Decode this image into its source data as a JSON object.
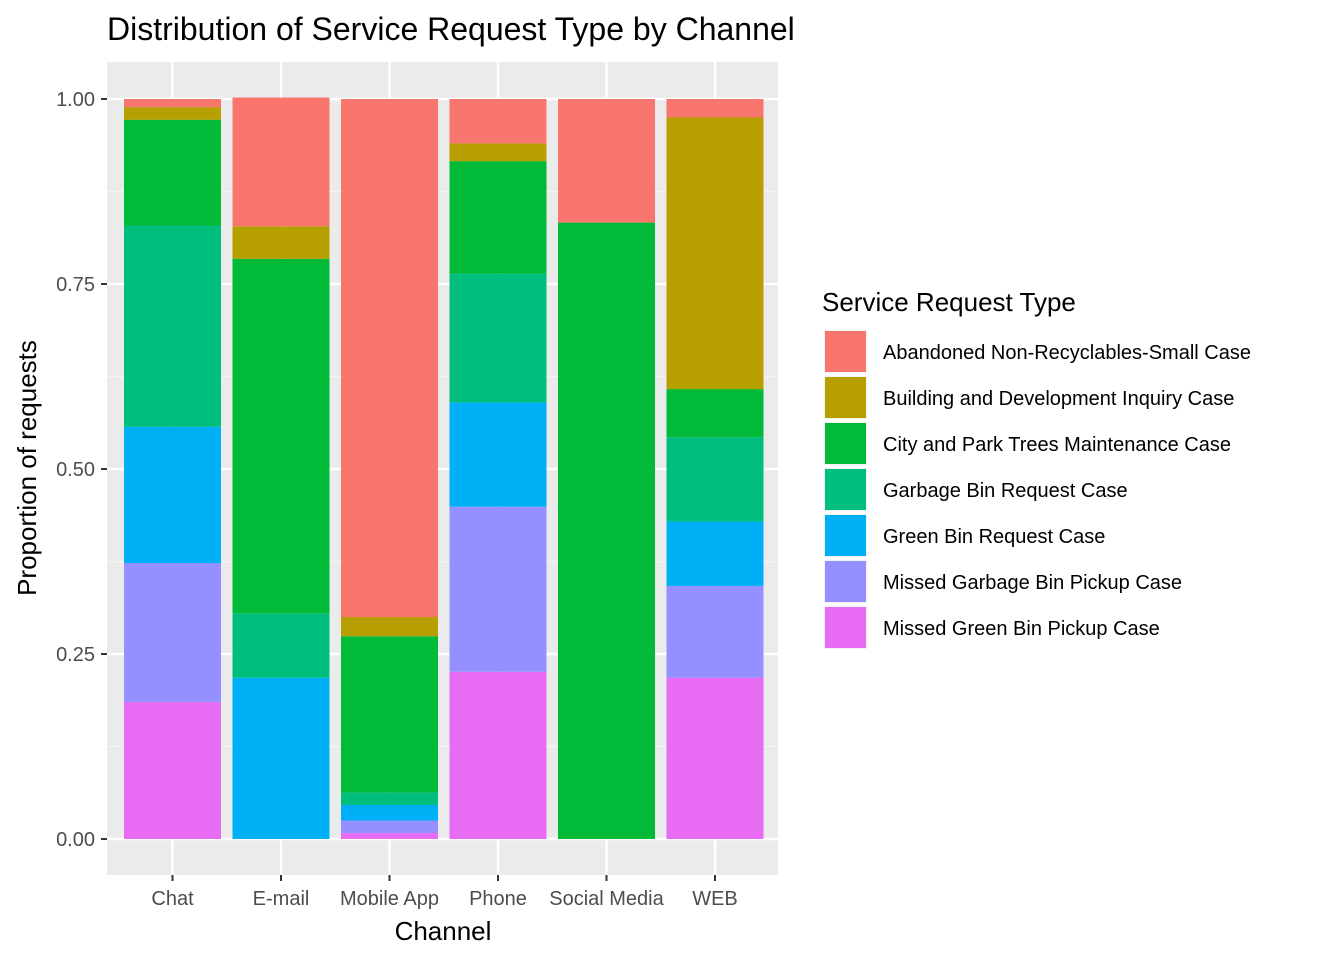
{
  "chart_data": {
    "type": "bar",
    "stacked": true,
    "title": "Distribution of Service Request Type by Channel",
    "xlabel": "Channel",
    "ylabel": "Proportion of requests",
    "ylim": [
      0,
      1
    ],
    "yticks": [
      0,
      0.25,
      0.5,
      0.75,
      1.0
    ],
    "ytick_labels": [
      "0.00",
      "0.25",
      "0.50",
      "0.75",
      "1.00"
    ],
    "grid": true,
    "legend_position": "right",
    "legend_title": "Service Request Type",
    "categories": [
      "Chat",
      "E-mail",
      "Mobile App",
      "Phone",
      "Social Media",
      "WEB"
    ],
    "series": [
      {
        "name": "Abandoned Non-Recyclables-Small Case",
        "color": "#F8766D",
        "values": [
          0.011,
          0.174,
          0.7,
          0.06,
          0.167,
          0.025
        ]
      },
      {
        "name": "Building and Development Inquiry Case",
        "color": "#B79F00",
        "values": [
          0.017,
          0.044,
          0.026,
          0.024,
          0.0,
          0.367
        ]
      },
      {
        "name": "City and Park Trees Maintenance Case",
        "color": "#00BA38",
        "values": [
          0.143,
          0.479,
          0.211,
          0.152,
          0.833,
          0.065
        ]
      },
      {
        "name": "Garbage Bin Request Case",
        "color": "#00BF7D",
        "values": [
          0.272,
          0.087,
          0.017,
          0.174,
          0.0,
          0.114
        ]
      },
      {
        "name": "Green Bin Request Case",
        "color": "#00B0F6",
        "values": [
          0.184,
          0.218,
          0.021,
          0.141,
          0.0,
          0.087
        ]
      },
      {
        "name": "Missed Garbage Bin Pickup Case",
        "color": "#9590FF",
        "values": [
          0.188,
          0.0,
          0.017,
          0.223,
          0.0,
          0.124
        ]
      },
      {
        "name": "Missed Green Bin Pickup Case",
        "color": "#E76BF3",
        "values": [
          0.185,
          0.0,
          0.008,
          0.226,
          0.0,
          0.218
        ]
      }
    ]
  }
}
